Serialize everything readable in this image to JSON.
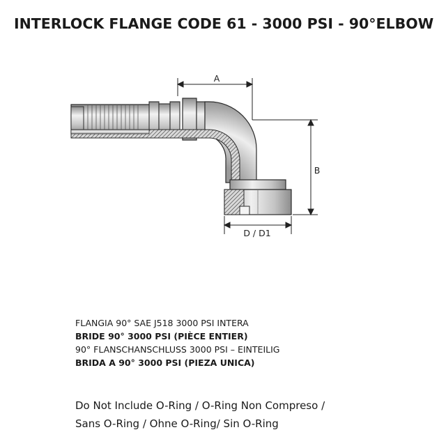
{
  "title": "INTERLOCK FLANGE CODE 61 - 3000 PSI - 90°ELBOW",
  "dimensions": {
    "a": "A",
    "b": "B",
    "d": "D / D1"
  },
  "descriptions": [
    "FLANGIA 90° SAE J518  3000 PSI INTERA",
    "BRIDE 90°   3000 PSI (PIÈCE ENTIER)",
    "90° FLANSCHANSCHLUSS 3000 PSI – EINTEILIG",
    "BRIDA A 90°   3000 PSI (PIEZA UNICA)"
  ],
  "oring_note": [
    "Do Not Include O-Ring / O-Ring Non Compreso  /",
    "Sans O-Ring / Ohne O-Ring/  Sin  O-Ring"
  ],
  "colors": {
    "metal_light": "#e3e3e3",
    "metal_mid": "#bdbdbd",
    "metal_dark": "#8a8a8a",
    "outline": "#2b2b2b"
  }
}
